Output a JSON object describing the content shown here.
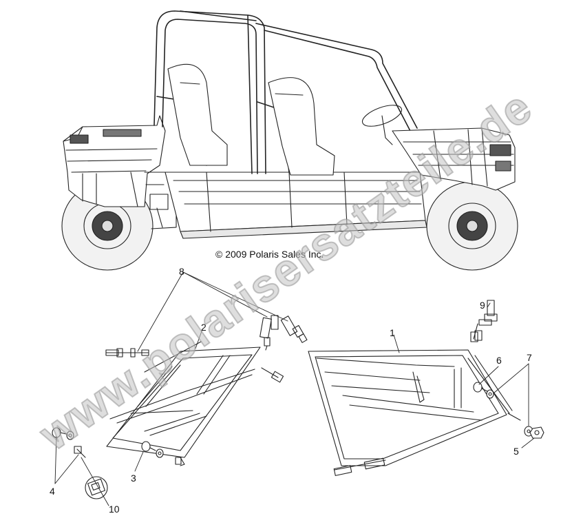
{
  "copyright": "© 2009 Polaris Sales Inc.",
  "watermark": "www.polarisersatzteile.de",
  "callouts": {
    "c1": "1",
    "c2": "2",
    "c3": "3",
    "c4": "4",
    "c5": "5",
    "c6": "6",
    "c7": "7",
    "c8": "8",
    "c9": "9",
    "c10": "10"
  },
  "colors": {
    "line": "#222222",
    "tire": "#f2f2f2",
    "watermark": "#c3c3c3"
  }
}
